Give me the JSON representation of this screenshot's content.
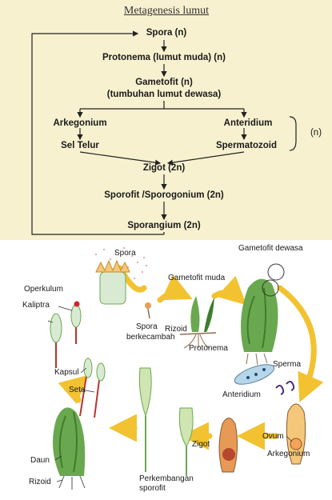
{
  "flowchart": {
    "title": "Metagenesis lumut",
    "nodes": {
      "spora": "Spora (n)",
      "protonema": "Protonema (lumut muda)  (n)",
      "gametofit_line1": "Gametofit (n)",
      "gametofit_line2": "(tumbuhan lumut dewasa)",
      "arkegonium": "Arkegonium",
      "anteridium": "Anteridium",
      "sel_telur": "Sel Telur",
      "spermatozoid": "Spermatozoid",
      "zigot": "Zigot (2n)",
      "sporofit": "Sporofit /Sporogonium (2n)",
      "sporangium": "Sporangium (2n)"
    },
    "bracket_label": "(n)"
  },
  "cycle": {
    "labels": {
      "spora": "Spora",
      "gametofit_dewasa": "Gametofit dewasa",
      "gametofit_muda": "Gametofit muda",
      "operkulum": "Operkulum",
      "kaliptra": "Kaliptra",
      "spora_berkecambah_1": "Spora",
      "spora_berkecambah_2": "berkecambah",
      "rizoid_top": "Rizoid",
      "protonema": "Protonema",
      "sperma": "Sperma",
      "kapsul": "Kapsul",
      "seta": "Seta",
      "anteridium": "Anteridium",
      "ovum": "Ovum",
      "zigot": "Zigot",
      "arkegonium": "Arkegonium",
      "daun": "Daun",
      "rizoid_bottom": "Rizoid",
      "perkembangan_1": "Perkembangan",
      "perkembangan_2": "sporofit"
    },
    "colors": {
      "arrow": "#f2c230",
      "leaf": "#6aa84f",
      "leaf_dark": "#3e7d2b",
      "capsule": "#d9ead3",
      "seta": "#b7342f",
      "spore_dots": "#e58ab2"
    }
  }
}
